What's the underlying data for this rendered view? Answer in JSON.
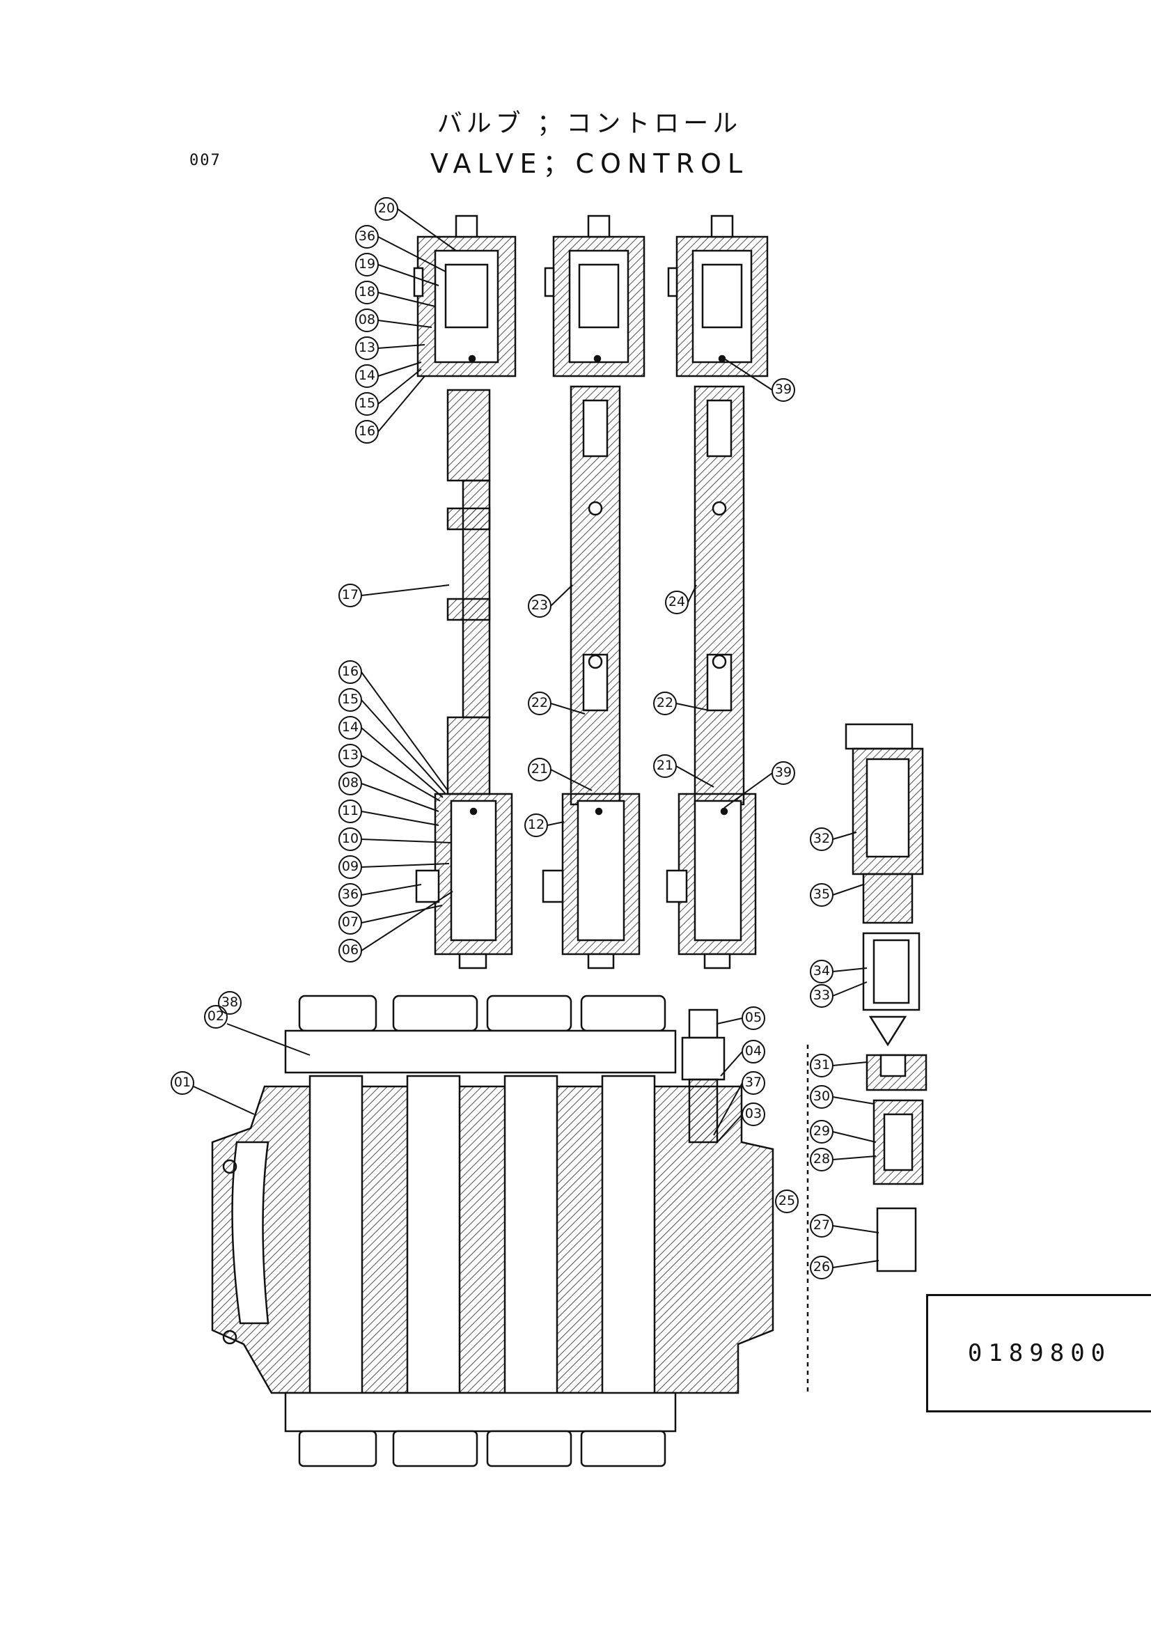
{
  "header": {
    "page_number": "007",
    "title_japanese": "バルブ ；コントロール",
    "title_english": "VALVE；CONTROL"
  },
  "footer": {
    "part_number": "0189800"
  },
  "callouts": {
    "top_left": [
      "16",
      "15",
      "14",
      "13",
      "08",
      "18",
      "19",
      "36",
      "20"
    ],
    "spool_1": "17",
    "mid_left": [
      "06",
      "07",
      "36",
      "09",
      "10",
      "11",
      "08",
      "13",
      "14",
      "15",
      "16"
    ],
    "spool_2": "23",
    "spool_3": "24",
    "mid_22a": "22",
    "mid_22b": "22",
    "mid_21a": "21",
    "mid_21b": "21",
    "mid_12": "12",
    "top_right_39": "39",
    "mid_right_39": "39",
    "body_left": [
      "02",
      "38"
    ],
    "body_01": "01",
    "relief_top": [
      "05",
      "04",
      "37",
      "03"
    ],
    "side_valve_top": [
      "32",
      "35",
      "34",
      "33"
    ],
    "side_valve_bottom": [
      "31",
      "30",
      "29",
      "28",
      "27",
      "26"
    ],
    "body_25": "25"
  }
}
